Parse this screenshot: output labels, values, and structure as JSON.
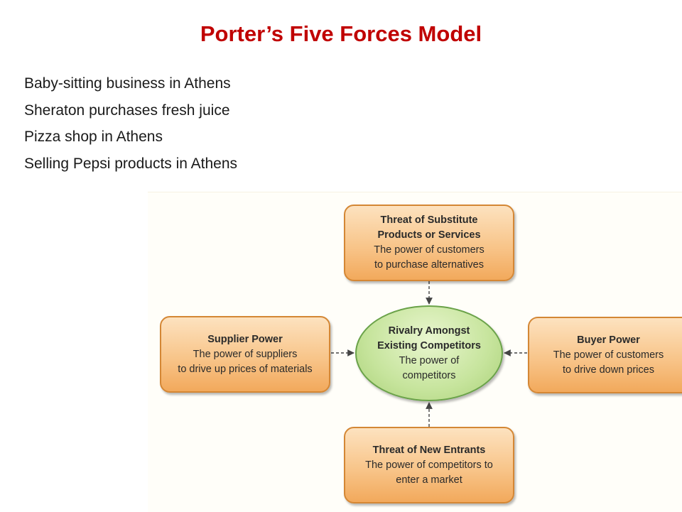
{
  "title": "Porter’s Five Forces Model",
  "bullets": [
    "Baby-sitting business in Athens",
    "Sheraton purchases fresh juice",
    "Pizza shop in Athens",
    "Selling Pepsi products in Athens"
  ],
  "diagram": {
    "substitutes": {
      "heading_line1": "Threat of Substitute",
      "heading_line2": "Products or Services",
      "desc_line1": "The power of customers",
      "desc_line2": "to purchase alternatives"
    },
    "supplier": {
      "heading": "Supplier Power",
      "desc_line1": "The power of suppliers",
      "desc_line2": "to drive up prices of materials"
    },
    "rivalry": {
      "heading_line1": "Rivalry Amongst",
      "heading_line2": "Existing Competitors",
      "desc_line1": "The power of",
      "desc_line2": "competitors"
    },
    "buyer": {
      "heading": "Buyer Power",
      "desc_line1": "The power of customers",
      "desc_line2": "to drive down prices"
    },
    "new_entrants": {
      "heading": "Threat of New Entrants",
      "desc_line1": "The power of competitors to",
      "desc_line2": "enter a market"
    }
  },
  "colors": {
    "title": "#c00000",
    "force_box_fill": "#f8c58a",
    "force_box_border": "#d48735",
    "rivalry_fill": "#c6e49c",
    "rivalry_border": "#6aa249",
    "connector": "#444444"
  }
}
